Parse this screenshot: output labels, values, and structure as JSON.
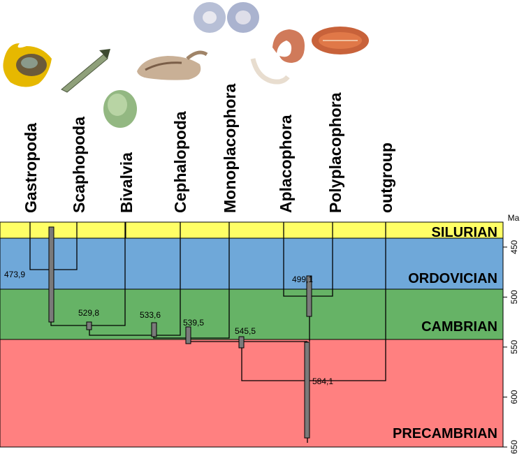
{
  "axis": {
    "unit": "Ma",
    "ticks": [
      450,
      500,
      550,
      600,
      650
    ]
  },
  "periods": [
    {
      "name": "SILURIAN",
      "color": "#ffff66"
    },
    {
      "name": "ORDOVICIAN",
      "color": "#6fa8d9"
    },
    {
      "name": "CAMBRIAN",
      "color": "#66b366"
    },
    {
      "name": "PRECAMBRIAN",
      "color": "#ff8080"
    }
  ],
  "taxa": [
    "Gastropoda",
    "Scaphopoda",
    "Bivalvia",
    "Cephalopoda",
    "Monoplacophora",
    "Aplacophora",
    "Polyplacophora",
    "outgroup"
  ],
  "nodes": [
    {
      "label": "473,9"
    },
    {
      "label": "529,8"
    },
    {
      "label": "533,6"
    },
    {
      "label": "539,5"
    },
    {
      "label": "545,5"
    },
    {
      "label": "499,1"
    },
    {
      "label": "584,1"
    }
  ],
  "icons": [
    "gastropod-shell-photo",
    "scaphopod-tusk-photo",
    "bivalve-shell-photo",
    "cephalopod-cuttlefish-photo",
    "monoplacophoran-shells-photo",
    "aplacophoran-worm-photo",
    "polyplacophoran-chiton-photo"
  ]
}
